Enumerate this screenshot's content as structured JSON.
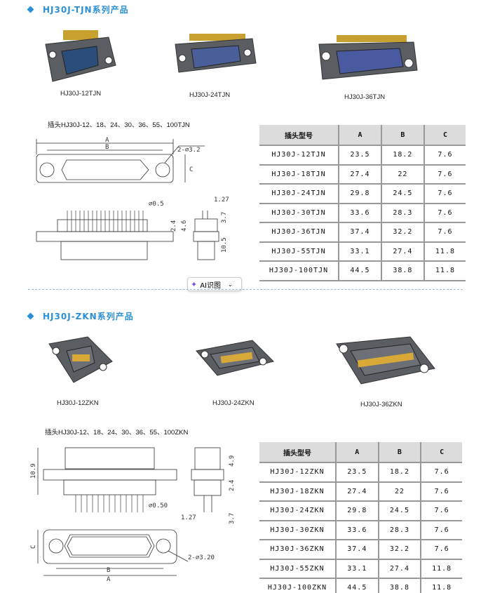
{
  "section1": {
    "title": "HJ30J-TJN系列产品",
    "products": [
      "HJ30J-12TJN",
      "HJ30J-24TJN",
      "HJ30J-36TJN"
    ],
    "drawing_caption": "插头HJ30J-12、18、24、30、36、55、100TJN",
    "dims": {
      "a": "A",
      "b": "B",
      "c": "C",
      "hole": "2-∅3.2",
      "pin": "∅0.5",
      "pitch": "1.27",
      "d1": "2.4",
      "d2": "4.6",
      "d3": "3.7",
      "d4": "10.5"
    },
    "table": {
      "headers": [
        "插头型号",
        "A",
        "B",
        "C"
      ],
      "rows": [
        [
          "HJ30J-12TJN",
          "23.5",
          "18.2",
          "7.6"
        ],
        [
          "HJ30J-18TJN",
          "27.4",
          "22",
          "7.6"
        ],
        [
          "HJ30J-24TJN",
          "29.8",
          "24.5",
          "7.6"
        ],
        [
          "HJ30J-30TJN",
          "33.6",
          "28.3",
          "7.6"
        ],
        [
          "HJ30J-36TJN",
          "37.4",
          "32.2",
          "7.6"
        ],
        [
          "HJ30J-55TJN",
          "33.1",
          "27.4",
          "11.8"
        ],
        [
          "HJ30J-100TJN",
          "44.5",
          "38.8",
          "11.8"
        ]
      ]
    }
  },
  "ai_button": {
    "label": "AI识图"
  },
  "section2": {
    "title": "HJ30J-ZKN系列产品",
    "products": [
      "HJ30J-12ZKN",
      "HJ30J-24ZKN",
      "HJ30J-36ZKN"
    ],
    "drawing_caption": "插头HJ30J-12、18、24、30、36、55、100ZKN",
    "dims": {
      "a": "A",
      "b": "B",
      "c": "C",
      "hole": "2-∅3.20",
      "pin": "∅0.50",
      "pitch": "1.27",
      "d1": "10.9",
      "d2": "4.9",
      "d3": "2.4",
      "d4": "3.7"
    },
    "table": {
      "headers": [
        "插头型号",
        "A",
        "B",
        "C"
      ],
      "rows": [
        [
          "HJ30J-12ZKN",
          "23.5",
          "18.2",
          "7.6"
        ],
        [
          "HJ30J-18ZKN",
          "27.4",
          "22",
          "7.6"
        ],
        [
          "HJ30J-24ZKN",
          "29.8",
          "24.5",
          "7.6"
        ],
        [
          "HJ30J-30ZKN",
          "33.6",
          "28.3",
          "7.6"
        ],
        [
          "HJ30J-36ZKN",
          "37.4",
          "32.2",
          "7.6"
        ],
        [
          "HJ30J-55ZKN",
          "33.1",
          "27.4",
          "11.8"
        ],
        [
          "HJ30J-100ZKN",
          "44.5",
          "38.8",
          "11.8"
        ]
      ]
    }
  }
}
